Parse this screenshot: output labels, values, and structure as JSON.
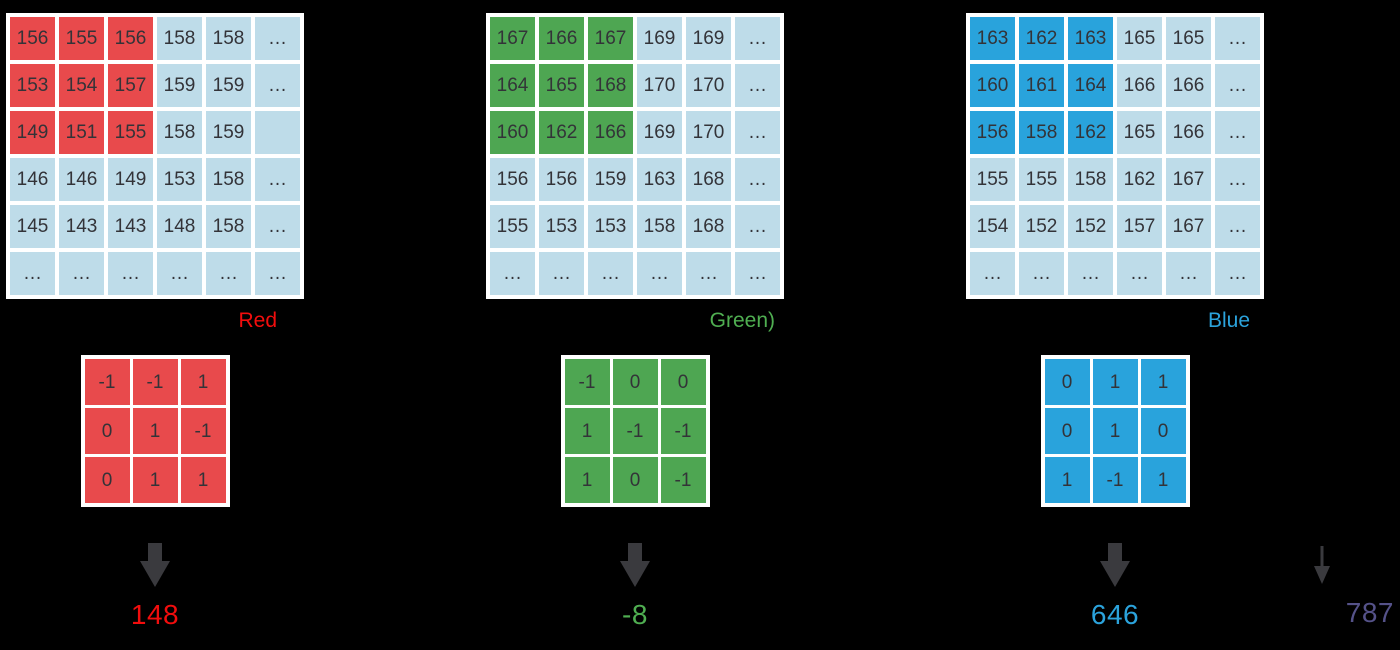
{
  "background_color": "#000000",
  "cell_text_color": "#333338",
  "arrow_color": "#3a3a3e",
  "icons": {
    "block_arrow": "down-arrow",
    "thin_arrow": "thin-down-arrow"
  },
  "channels": [
    {
      "id": "red",
      "label": "Red",
      "label_color": "#f20d0d",
      "matrix": {
        "base_color": "#bedce9",
        "highlight_color": "#e84a4c",
        "highlight": {
          "rows": 3,
          "cols": 3
        },
        "cells": [
          [
            "156",
            "155",
            "156",
            "158",
            "158",
            "…"
          ],
          [
            "153",
            "154",
            "157",
            "159",
            "159",
            "…"
          ],
          [
            "149",
            "151",
            "155",
            "158",
            "159",
            ""
          ],
          [
            "146",
            "146",
            "149",
            "153",
            "158",
            "…"
          ],
          [
            "145",
            "143",
            "143",
            "148",
            "158",
            "…"
          ],
          [
            "…",
            "…",
            "…",
            "…",
            "…",
            "…"
          ]
        ]
      },
      "kernel": {
        "base_color": "#e84a4c",
        "cells": [
          [
            "-1",
            "-1",
            "1"
          ],
          [
            "0",
            "1",
            "-1"
          ],
          [
            "0",
            "1",
            "1"
          ]
        ]
      },
      "result": "148",
      "result_color": "#f20d0d"
    },
    {
      "id": "green",
      "label": "Green)",
      "label_color": "#4fae51",
      "matrix": {
        "base_color": "#bedce9",
        "highlight_color": "#4ea652",
        "highlight": {
          "rows": 3,
          "cols": 3
        },
        "cells": [
          [
            "167",
            "166",
            "167",
            "169",
            "169",
            "…"
          ],
          [
            "164",
            "165",
            "168",
            "170",
            "170",
            "…"
          ],
          [
            "160",
            "162",
            "166",
            "169",
            "170",
            "…"
          ],
          [
            "156",
            "156",
            "159",
            "163",
            "168",
            "…"
          ],
          [
            "155",
            "153",
            "153",
            "158",
            "168",
            "…"
          ],
          [
            "…",
            "…",
            "…",
            "…",
            "…",
            "…"
          ]
        ]
      },
      "kernel": {
        "base_color": "#4ea652",
        "cells": [
          [
            "-1",
            "0",
            "0"
          ],
          [
            "1",
            "-1",
            "-1"
          ],
          [
            "1",
            "0",
            "-1"
          ]
        ]
      },
      "result": "-8",
      "result_color": "#4fae51"
    },
    {
      "id": "blue",
      "label": "Blue",
      "label_color": "#2ba3dc",
      "matrix": {
        "base_color": "#bedce9",
        "highlight_color": "#29a3dc",
        "highlight": {
          "rows": 3,
          "cols": 3
        },
        "cells": [
          [
            "163",
            "162",
            "163",
            "165",
            "165",
            "…"
          ],
          [
            "160",
            "161",
            "164",
            "166",
            "166",
            "…"
          ],
          [
            "156",
            "158",
            "162",
            "165",
            "166",
            "…"
          ],
          [
            "155",
            "155",
            "158",
            "162",
            "167",
            "…"
          ],
          [
            "154",
            "152",
            "152",
            "157",
            "167",
            "…"
          ],
          [
            "…",
            "…",
            "…",
            "…",
            "…",
            "…"
          ]
        ]
      },
      "kernel": {
        "base_color": "#29a3dc",
        "cells": [
          [
            "0",
            "1",
            "1"
          ],
          [
            "0",
            "1",
            "0"
          ],
          [
            "1",
            "-1",
            "1"
          ]
        ]
      },
      "result": "646",
      "result_color": "#2ba3dc"
    }
  ],
  "total": {
    "result": "787",
    "result_color": "#555289"
  }
}
